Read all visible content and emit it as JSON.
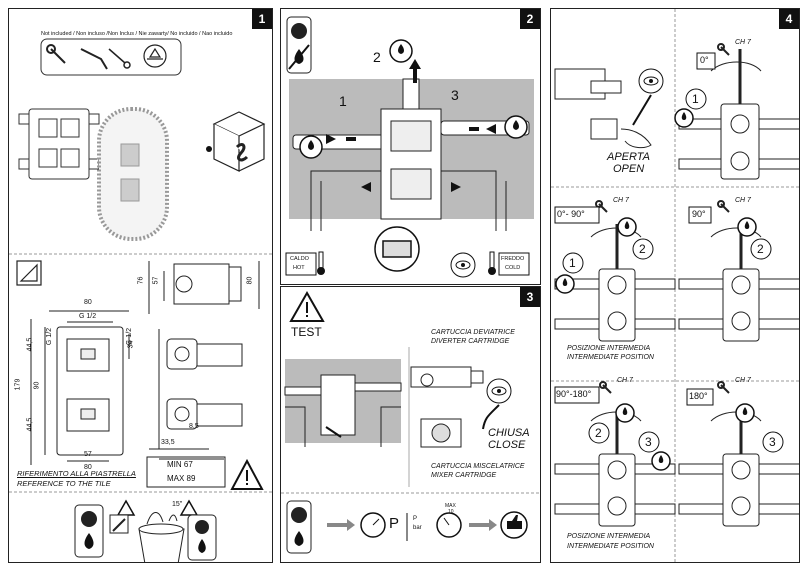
{
  "panel1": {
    "number": "1",
    "not_included": "Not included / Non incluso /Non Inclus / Nie zawarty/ No incluido / Nao incluido",
    "dims": {
      "w80_top": "80",
      "w80_mid": "80",
      "g12_top": "G 1/2",
      "g12_left": "G 1/2",
      "g12_right": "G 1/2",
      "h445_top": "44,5",
      "h90": "90",
      "h179": "179",
      "h445_bot": "44,5",
      "w57_bot": "57",
      "w34": "34",
      "side_76": "76",
      "side_57": "57",
      "side_80": "80",
      "d335": "33,5",
      "d85": "8,5",
      "min": "MIN 67",
      "max": "MAX 89"
    },
    "reference_it": "RIFERIMENTO ALLA PIASTRELLA",
    "reference_en": "REFERENCE TO THE TILE",
    "time_label": "15\""
  },
  "panel2": {
    "number": "2",
    "step1": "1",
    "step2": "2",
    "step3": "3",
    "hot_it": "CALDO",
    "hot_en": "HOT",
    "cold_it": "FREDDO",
    "cold_en": "COLD"
  },
  "panel3": {
    "number": "3",
    "test": "TEST",
    "diverter_it": "CARTUCCIA DEVIATRICE",
    "diverter_en": "DIVERTER CARTRIDGE",
    "close_it": "CHIUSA",
    "close_en": "CLOSE",
    "mixer_it": "CARTUCCIA MISCELATRICE",
    "mixer_en": "MIXER CARTRIDGE",
    "p_label": "P",
    "p_bar": "bar",
    "p_small": "P",
    "max_label": "MAX",
    "max_val": "10"
  },
  "panel4": {
    "number": "4",
    "open_it": "APERTA",
    "open_en": "OPEN",
    "ch7_a": "CH 7",
    "ch7_b": "CH 7",
    "ch7_c": "CH 7",
    "ch7_d": "CH 7",
    "ch7_e": "CH 7",
    "angle_0": "0°",
    "angle_0_90": "0°- 90°",
    "angle_90": "90°",
    "angle_90_180": "90°-180°",
    "angle_180": "180°",
    "intermediate_it_1": "POSIZIONE INTERMEDIA",
    "intermediate_en_1": "INTERMEDIATE POSITION",
    "intermediate_it_2": "POSIZIONE INTERMEDIA",
    "intermediate_en_2": "INTERMEDIATE POSITION",
    "n1a": "1",
    "n1b": "1",
    "n2a": "2",
    "n2b": "2",
    "n2c": "2",
    "n3a": "3",
    "n3b": "3"
  }
}
